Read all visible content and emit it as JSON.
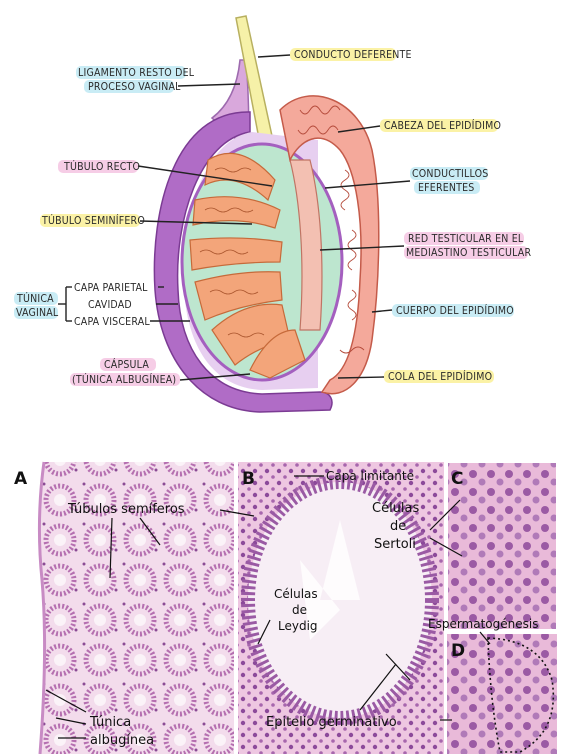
{
  "top_diagram": {
    "labels": {
      "conducto_deferente": "CONDUCTO DEFERENTE",
      "ligamento_1": "LIGAMENTO RESTO DEL",
      "ligamento_2": "PROCESO VAGINAL",
      "cabeza_epididimo": "CABEZA DEL EPIDÍDIMO",
      "tubulo_recto": "TÚBULO RECTO",
      "conductillos_1": "CONDUCTILLOS",
      "conductillos_2": "EFERENTES",
      "tubulo_seminifero": "TÚBULO SEMINÍFERO",
      "red_1": "RED TESTICULAR EN EL",
      "red_2": "MEDIASTINO TESTICULAR",
      "tunica_1": "TÚNICA",
      "tunica_2": "VAGINAL",
      "capa_parietal": "CAPA PARIETAL",
      "cavidad": "CAVIDAD",
      "capa_visceral": "CAPA VISCERAL",
      "cuerpo_epididimo": "CUERPO DEL EPIDÍDIMO",
      "capsula_1": "CÁPSULA",
      "capsula_2": "(TÚNICA ALBUGÍNEA)",
      "cola_epididimo": "COLA DEL EPIDÍDIMO"
    },
    "highlight_colors": {
      "yellow": "#fbf2a6",
      "blue": "#c9ecf5",
      "pink": "#f6cde6"
    }
  },
  "histology": {
    "panel_letters": {
      "a": "A",
      "b": "B",
      "c": "C",
      "d": "D"
    },
    "labels": {
      "tubulos": "Túbulos semíferos",
      "tunica_1": "Túnica",
      "tunica_2": "albugínea",
      "capa_limitante": "Capa limitante",
      "leydig_1": "Células",
      "leydig_2": "de",
      "leydig_3": "Leydig",
      "epitelio": "Epitelio germinativo",
      "sertoli_1": "Células",
      "sertoli_2": "de",
      "sertoli_3": "Sertoli",
      "espermatogenesis": "Espermatogénesis"
    },
    "stain_colors": {
      "pink": "#e8b4d6",
      "purple": "#7a3d8c",
      "background": "#f6eaf3"
    }
  }
}
